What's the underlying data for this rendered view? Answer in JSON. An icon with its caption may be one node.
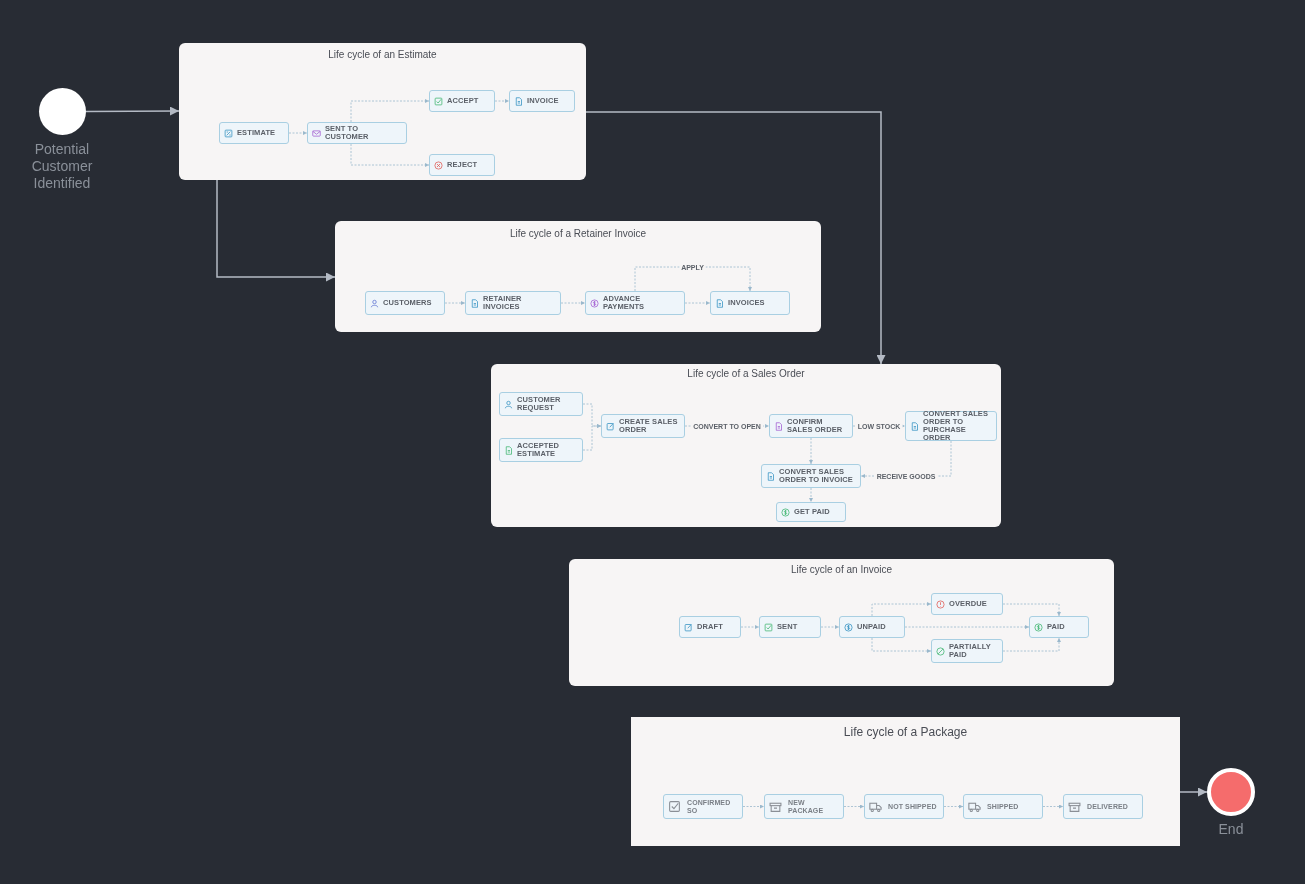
{
  "diagram": {
    "nodes": [
      {
        "text": [],
        "shape": "circle",
        "beside": [
          "Potential Customer Identified"
        ]
      },
      {
        "text": [
          "Life cycle of an Estimate"
        ]
      },
      {
        "text": [
          "ESTIMATE"
        ],
        "in": 1
      },
      {
        "text": [
          "SENT TO CUSTOMER"
        ],
        "in": 1
      },
      {
        "text": [
          "ACCEPT"
        ],
        "in": 1
      },
      {
        "text": [
          "INVOICE"
        ],
        "in": 1
      },
      {
        "text": [
          "REJECT"
        ],
        "in": 1
      },
      {
        "text": [
          "Life cycle of a Retainer Invoice"
        ]
      },
      {
        "text": [
          "CUSTOMERS"
        ],
        "in": 7
      },
      {
        "text": [
          "RETAINER INVOICES"
        ],
        "in": 7
      },
      {
        "text": [
          "ADVANCE PAYMENTS"
        ],
        "in": 7
      },
      {
        "text": [
          "INVOICES"
        ],
        "in": 7
      },
      {
        "text": [
          "Life cycle of a Sales Order"
        ]
      },
      {
        "text": [
          "CUSTOMER REQUEST"
        ],
        "in": 12
      },
      {
        "text": [
          "ACCEPTED ESTIMATE"
        ],
        "in": 12
      },
      {
        "text": [
          "CREATE SALES ORDER"
        ],
        "in": 12
      },
      {
        "text": [
          "CONFIRM SALES ORDER"
        ],
        "in": 12
      },
      {
        "text": [
          "CONVERT SALES ORDER TO PURCHASE ORDER"
        ],
        "in": 12
      },
      {
        "text": [
          "CONVERT SALES ORDER TO INVOICE"
        ],
        "in": 12
      },
      {
        "text": [
          "GET PAID"
        ],
        "in": 12
      },
      {
        "text": [
          "Life cycle of an Invoice"
        ]
      },
      {
        "text": [
          "DRAFT"
        ],
        "in": 20
      },
      {
        "text": [
          "SENT"
        ],
        "in": 20
      },
      {
        "text": [
          "UNPAID"
        ],
        "in": 20
      },
      {
        "text": [
          "OVERDUE"
        ],
        "in": 20
      },
      {
        "text": [
          "PARTIALLY PAID"
        ],
        "in": 20
      },
      {
        "text": [
          "PAID"
        ],
        "in": 20
      },
      {
        "text": [
          "Life cycle of a Package"
        ]
      },
      {
        "text": [
          "CONFIRMED SO"
        ],
        "in": 27
      },
      {
        "text": [
          "NEW PACKAGE"
        ],
        "in": 27
      },
      {
        "text": [
          "NOT SHIPPED"
        ],
        "in": 27
      },
      {
        "text": [
          "SHIPPED"
        ],
        "in": 27
      },
      {
        "text": [
          "DELIVERED"
        ],
        "in": 27
      },
      {
        "text": [],
        "shape": "circle",
        "beside": [
          "End"
        ]
      }
    ],
    "edges": [
      {
        "from": 0,
        "to": 1,
        "arrow": "to",
        "color": "#b4bac4"
      },
      {
        "from": 1,
        "to": 7,
        "arrow": "to",
        "color": "#b4bac4"
      },
      {
        "from": 1,
        "to": 12,
        "arrow": "to",
        "color": "#b4bac4"
      },
      {
        "from": 27,
        "to": 33,
        "arrow": "to",
        "color": "#b4bac4"
      },
      {
        "from": 2,
        "to": 3,
        "arrow": "to",
        "style": "dashed"
      },
      {
        "from": 3,
        "to": 4,
        "arrow": "to",
        "style": "dashed"
      },
      {
        "from": 3,
        "to": 6,
        "arrow": "to",
        "style": "dashed"
      },
      {
        "from": 4,
        "to": 5,
        "arrow": "to",
        "style": "dashed"
      },
      {
        "from": 8,
        "to": 9,
        "arrow": "to",
        "style": "dashed"
      },
      {
        "from": 9,
        "to": 10,
        "arrow": "to",
        "style": "dashed"
      },
      {
        "from": 10,
        "to": 11,
        "arrow": "to",
        "style": "dashed"
      },
      {
        "from": 10,
        "to": 11,
        "label": "APPLY",
        "arrow": "to",
        "style": "dashed"
      },
      {
        "from": 13,
        "to": 15,
        "arrow": "to",
        "style": "dashed"
      },
      {
        "from": 14,
        "to": 15,
        "arrow": "to",
        "style": "dashed"
      },
      {
        "from": 15,
        "to": 16,
        "label": "CONVERT TO OPEN",
        "arrow": "to",
        "style": "dashed"
      },
      {
        "from": 16,
        "to": 17,
        "label": "LOW STOCK",
        "arrow": "to",
        "style": "dashed"
      },
      {
        "from": 16,
        "to": 18,
        "arrow": "to",
        "style": "dashed"
      },
      {
        "from": 17,
        "to": 18,
        "label": "RECEIVE GOODS",
        "arrow": "to",
        "style": "dashed"
      },
      {
        "from": 18,
        "to": 19,
        "arrow": "to",
        "style": "dashed"
      },
      {
        "from": 21,
        "to": 22,
        "arrow": "to",
        "style": "dashed"
      },
      {
        "from": 22,
        "to": 23,
        "arrow": "to",
        "style": "dashed"
      },
      {
        "from": 23,
        "to": 24,
        "arrow": "to",
        "style": "dashed"
      },
      {
        "from": 23,
        "to": 26,
        "arrow": "to",
        "style": "dashed"
      },
      {
        "from": 23,
        "to": 25,
        "arrow": "to",
        "style": "dashed"
      },
      {
        "from": 24,
        "to": 26,
        "arrow": "to",
        "style": "dashed"
      },
      {
        "from": 25,
        "to": 26,
        "arrow": "to",
        "style": "dashed"
      },
      {
        "from": 28,
        "to": 29,
        "arrow": "to",
        "style": "dashed"
      },
      {
        "from": 29,
        "to": 30,
        "arrow": "to",
        "style": "dashed"
      },
      {
        "from": 30,
        "to": 31,
        "arrow": "to",
        "style": "dashed"
      },
      {
        "from": 31,
        "to": 32,
        "arrow": "to",
        "style": "dashed"
      }
    ]
  }
}
